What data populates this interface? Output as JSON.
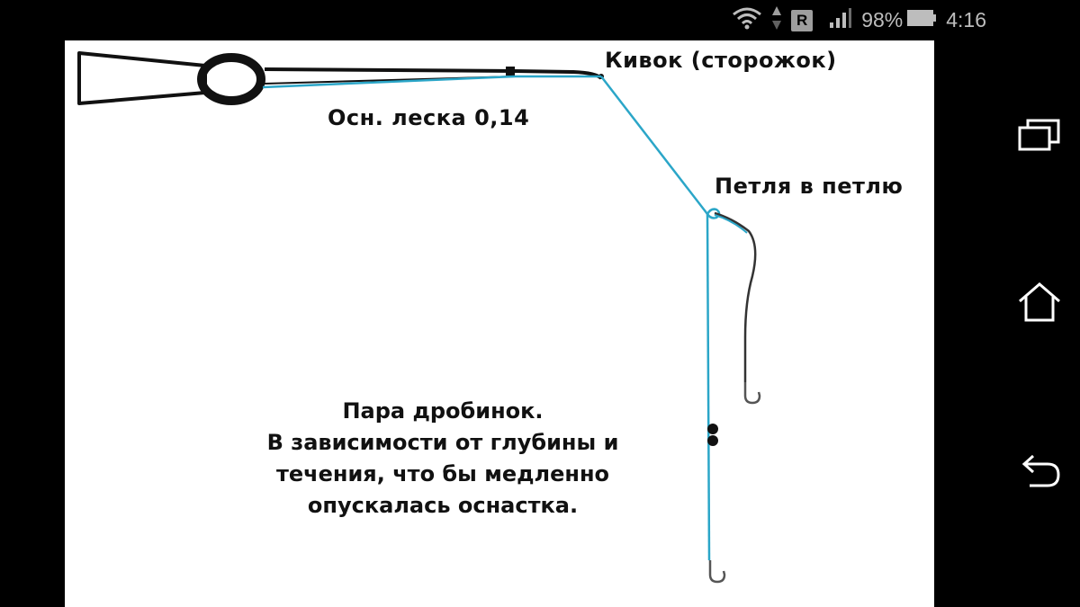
{
  "status_bar": {
    "roaming_badge": "R",
    "battery_percent": "98%",
    "time": "4:16",
    "icons": [
      "wifi-icon",
      "data-arrows-icon",
      "signal-icon",
      "battery-icon"
    ]
  },
  "diagram": {
    "labels": {
      "tip": "Кивок (сторожок)",
      "main_line": "Осн. леска 0,14",
      "loop": "Петля в петлю"
    },
    "note_lines": [
      "Пара дробинок.",
      "В зависимости от глубины и",
      "течения, что бы медленно",
      "опускалась оснастка."
    ],
    "colors": {
      "line": "#2ba6c8",
      "rod": "#111111",
      "leader": "#333333"
    }
  },
  "nav_bar": {
    "buttons": [
      "recent-apps-icon",
      "home-icon",
      "back-icon"
    ]
  }
}
